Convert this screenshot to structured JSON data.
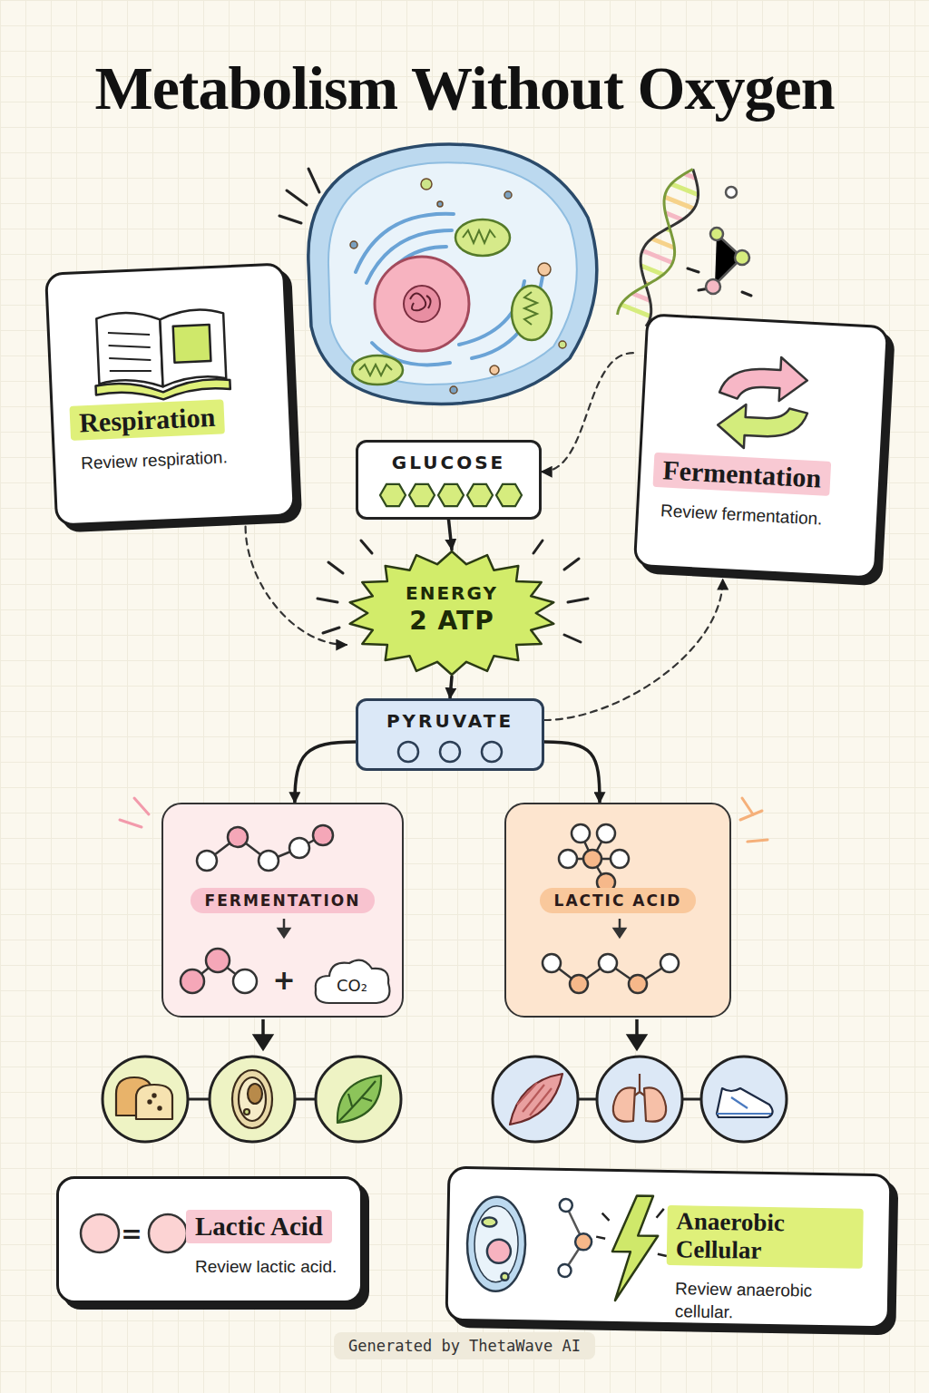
{
  "diagram": {
    "title": "Metabolism Without Oxygen",
    "nodes": [
      {
        "text": [
          "Respiration",
          "Review respiration."
        ]
      },
      {
        "text": [
          "GLUCOSE"
        ]
      },
      {
        "text": [
          "Fermentation",
          "Review fermentation."
        ]
      },
      {
        "text": [
          "ENERGY",
          "2 ATP"
        ]
      },
      {
        "text": [
          "PYRUVATE"
        ]
      },
      {
        "text": [
          "FERMENTATION"
        ]
      },
      {
        "text": [
          "CO₂"
        ],
        "in": 5
      },
      {
        "text": [
          "LACTIC ACID"
        ]
      },
      {
        "text": [
          "Lactic Acid",
          "Review lactic acid."
        ]
      },
      {
        "text": [
          "Anaerobic Cellular",
          "Review anaerobic cellular."
        ]
      }
    ],
    "edges": [
      {
        "from": 1,
        "to": 3,
        "arrow": "to"
      },
      {
        "from": 3,
        "to": 4,
        "arrow": "to"
      },
      {
        "from": 4,
        "to": 5,
        "arrow": "to"
      },
      {
        "from": 4,
        "to": 7,
        "arrow": "to"
      },
      {
        "from": 0,
        "to": 3,
        "arrow": "to"
      },
      {
        "from": 2,
        "to": 1,
        "arrow": "to"
      },
      {
        "from": 4,
        "to": 2,
        "arrow": "to"
      }
    ],
    "labels": [
      "+",
      "=",
      "Generated by ThetaWave AI"
    ]
  }
}
